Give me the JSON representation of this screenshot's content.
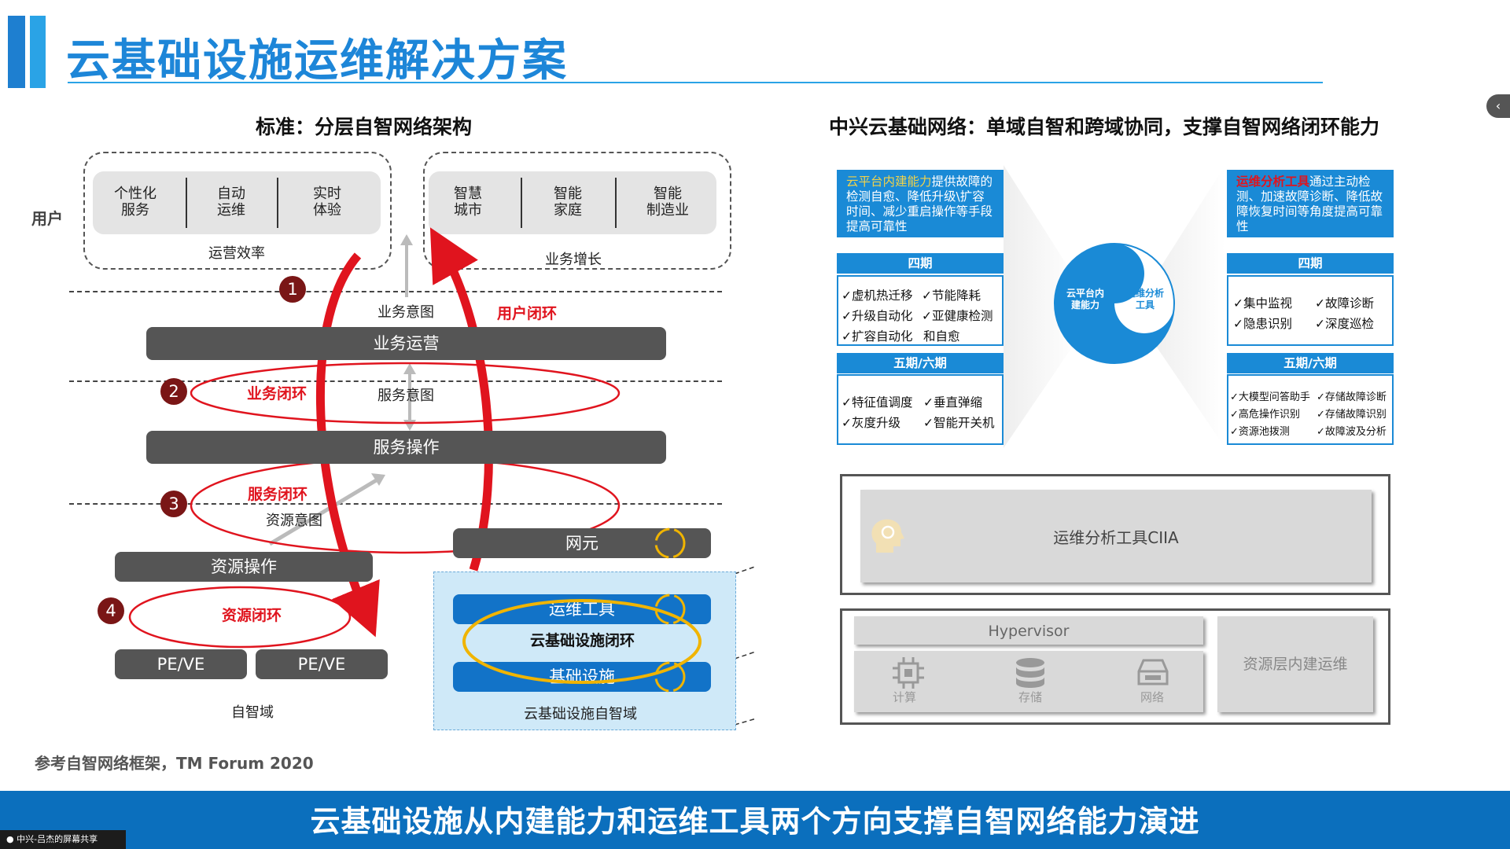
{
  "title": "云基础设施运维解决方案",
  "left_section_title": "标准：分层自智网络架构",
  "right_section_title": "中兴云基础网络：单域自智和跨域协同，支撑自智网络闭环能力",
  "user_label": "用户",
  "user_box1": {
    "items": [
      "个性化\n服务",
      "自动\n运维",
      "实时\n体验"
    ],
    "caption": "运营效率"
  },
  "user_box2": {
    "items": [
      "智慧\n城市",
      "智能\n家庭",
      "智能\n制造业"
    ],
    "caption": "业务增长"
  },
  "layers": {
    "business_intent": "业务意图",
    "business_ops": "业务运营",
    "service_intent": "服务意图",
    "service_ops": "服务操作",
    "resource_intent": "资源意图",
    "resource_ops": "资源操作",
    "pe1": "PE/VE",
    "pe2": "PE/VE",
    "autonomous_domain": "自智域"
  },
  "loops": {
    "user_loop": "用户闭环",
    "business_loop": "业务闭环",
    "service_loop": "服务闭环",
    "resource_loop": "资源闭环"
  },
  "numbers": [
    "1",
    "2",
    "3",
    "4"
  ],
  "cloud_domain": {
    "ne": "网元",
    "ops_tool": "运维工具",
    "infra_loop": "云基础设施闭环",
    "infra": "基础设施",
    "domain_label": "云基础设施自智域"
  },
  "reference": "参考自智网络框架，TM Forum 2020",
  "left_panel": {
    "head_highlight": "云平台内建能力",
    "head_text": "提供故障的检测自愈、降低升级\\扩容时间、减少重启操作等手段提高可靠性",
    "phase4": "四期",
    "phase4_items": [
      "✓虚机热迁移",
      "✓节能降耗",
      "✓升级自动化",
      "✓亚健康检测",
      "✓扩容自动化",
      "和自愈"
    ],
    "phase5": "五期/六期",
    "phase5_items": [
      "✓特征值调度",
      "✓垂直弹缩",
      "✓灰度升级",
      "✓智能开关机"
    ]
  },
  "circle": {
    "left": "云平台内\n建能力",
    "right": "运维分析\n工具"
  },
  "right_panel": {
    "head_highlight": "运维分析工具",
    "head_text": "通过主动检测、加速故障诊断、降低故障恢复时间等角度提高可靠性",
    "phase4": "四期",
    "phase4_items": [
      "✓集中监视",
      "✓故障诊断",
      "✓隐患识别",
      "✓深度巡检"
    ],
    "phase5": "五期/六期",
    "phase5_items": [
      "✓大模型问答助手",
      "✓存储故障诊断",
      "✓高危操作识别",
      "✓存储故障识别",
      "✓资源池拨测",
      "✓故障波及分析"
    ]
  },
  "ciia_label": "运维分析工具CIIA",
  "hypervisor": "Hypervisor",
  "res_items": [
    "计算",
    "存储",
    "网络"
  ],
  "res_builtin": "资源层内建运维",
  "banner": "云基础设施从内建能力和运维工具两个方向支撑自智网络能力演进",
  "share_label": "中兴-吕杰的屏幕共享",
  "colors": {
    "accent": "#1d86d8",
    "loop_red": "#e0141e",
    "ring_gold": "#f0b400",
    "banner": "#0b6fbd"
  }
}
